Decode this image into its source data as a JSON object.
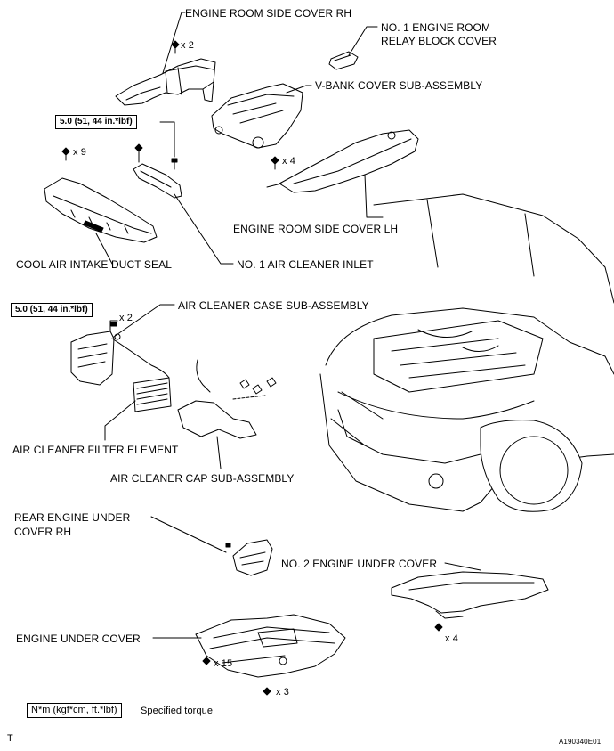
{
  "labels": {
    "engine_room_side_cover_rh": "ENGINE ROOM SIDE COVER RH",
    "relay_block_cover_line1": "NO. 1 ENGINE ROOM",
    "relay_block_cover_line2": "RELAY BLOCK COVER",
    "v_bank_cover": "V-BANK COVER SUB-ASSEMBLY",
    "engine_room_side_cover_lh": "ENGINE ROOM SIDE COVER LH",
    "cool_air_intake_duct_seal": "COOL AIR INTAKE DUCT SEAL",
    "no1_air_cleaner_inlet": "NO. 1 AIR CLEANER INLET",
    "air_cleaner_case": "AIR CLEANER CASE SUB-ASSEMBLY",
    "air_cleaner_filter": "AIR CLEANER FILTER ELEMENT",
    "air_cleaner_cap": "AIR CLEANER CAP SUB-ASSEMBLY",
    "rear_engine_under_cover_line1": "REAR ENGINE UNDER",
    "rear_engine_under_cover_line2": "COVER RH",
    "no2_engine_under_cover": "NO. 2 ENGINE UNDER COVER",
    "engine_under_cover": "ENGINE UNDER COVER"
  },
  "quantities": {
    "side_cover_rh_clips": "x 2",
    "duct_seal_clips": "x 9",
    "side_cover_lh_clips": "x 4",
    "case_bolts": "x 2",
    "no2_under_cover_bolts": "x 4",
    "under_cover_bolts": "x 15",
    "under_cover_clips": "x 3"
  },
  "torque": {
    "inlet_bolt": "5.0 (51, 44 in.*lbf)",
    "case_bolt": "5.0 (51, 44 in.*lbf)"
  },
  "legend": {
    "units": "N*m (kgf*cm, ft.*lbf)",
    "description": "Specified torque"
  },
  "footer": {
    "left_mark": "T",
    "figure_code": "A190340E01"
  }
}
